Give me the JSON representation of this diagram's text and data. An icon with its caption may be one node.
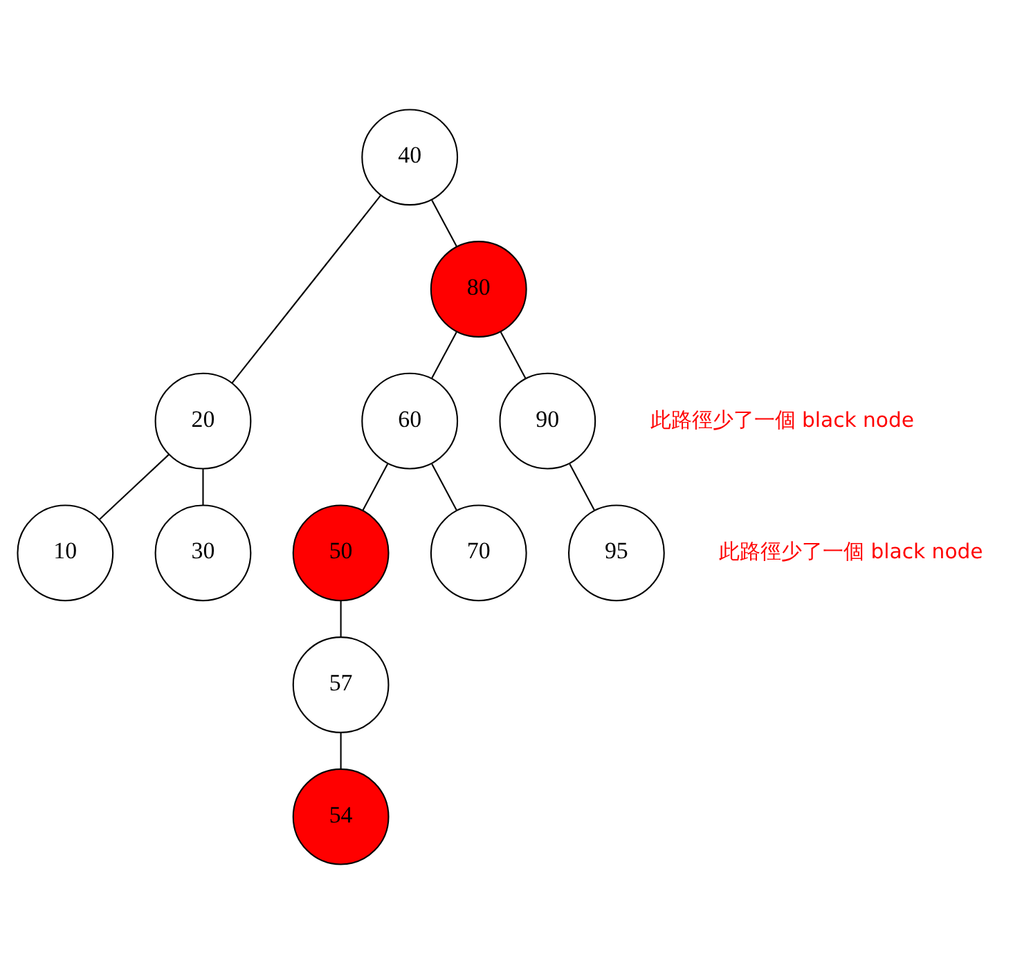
{
  "diagram": {
    "nodes": [
      {
        "text": [
          "40"
        ]
      },
      {
        "text": [
          "20"
        ]
      },
      {
        "text": [
          "80"
        ]
      },
      {
        "text": [
          "10"
        ]
      },
      {
        "text": [
          "30"
        ]
      },
      {
        "text": [
          "60"
        ]
      },
      {
        "text": [
          "90"
        ]
      },
      {
        "text": [
          "50"
        ]
      },
      {
        "text": [
          "70"
        ]
      },
      {
        "text": [
          "95"
        ]
      },
      {
        "text": [
          "57"
        ]
      },
      {
        "text": [
          "54"
        ]
      }
    ],
    "edges": [
      {
        "from": 0,
        "to": 1,
        "arrow": "none"
      },
      {
        "from": 0,
        "to": 2,
        "arrow": "none"
      },
      {
        "from": 1,
        "to": 3,
        "arrow": "none"
      },
      {
        "from": 1,
        "to": 4,
        "arrow": "none"
      },
      {
        "from": 2,
        "to": 5,
        "arrow": "none"
      },
      {
        "from": 2,
        "to": 6,
        "arrow": "none"
      },
      {
        "from": 5,
        "to": 7,
        "arrow": "none"
      },
      {
        "from": 5,
        "to": 8,
        "arrow": "none"
      },
      {
        "from": 6,
        "to": 9,
        "arrow": "none"
      },
      {
        "from": 7,
        "to": 10,
        "arrow": "none"
      },
      {
        "from": 10,
        "to": 11,
        "arrow": "none"
      }
    ],
    "labels": [
      "此路徑少了一個 black node",
      "此路徑少了一個 black node"
    ]
  }
}
